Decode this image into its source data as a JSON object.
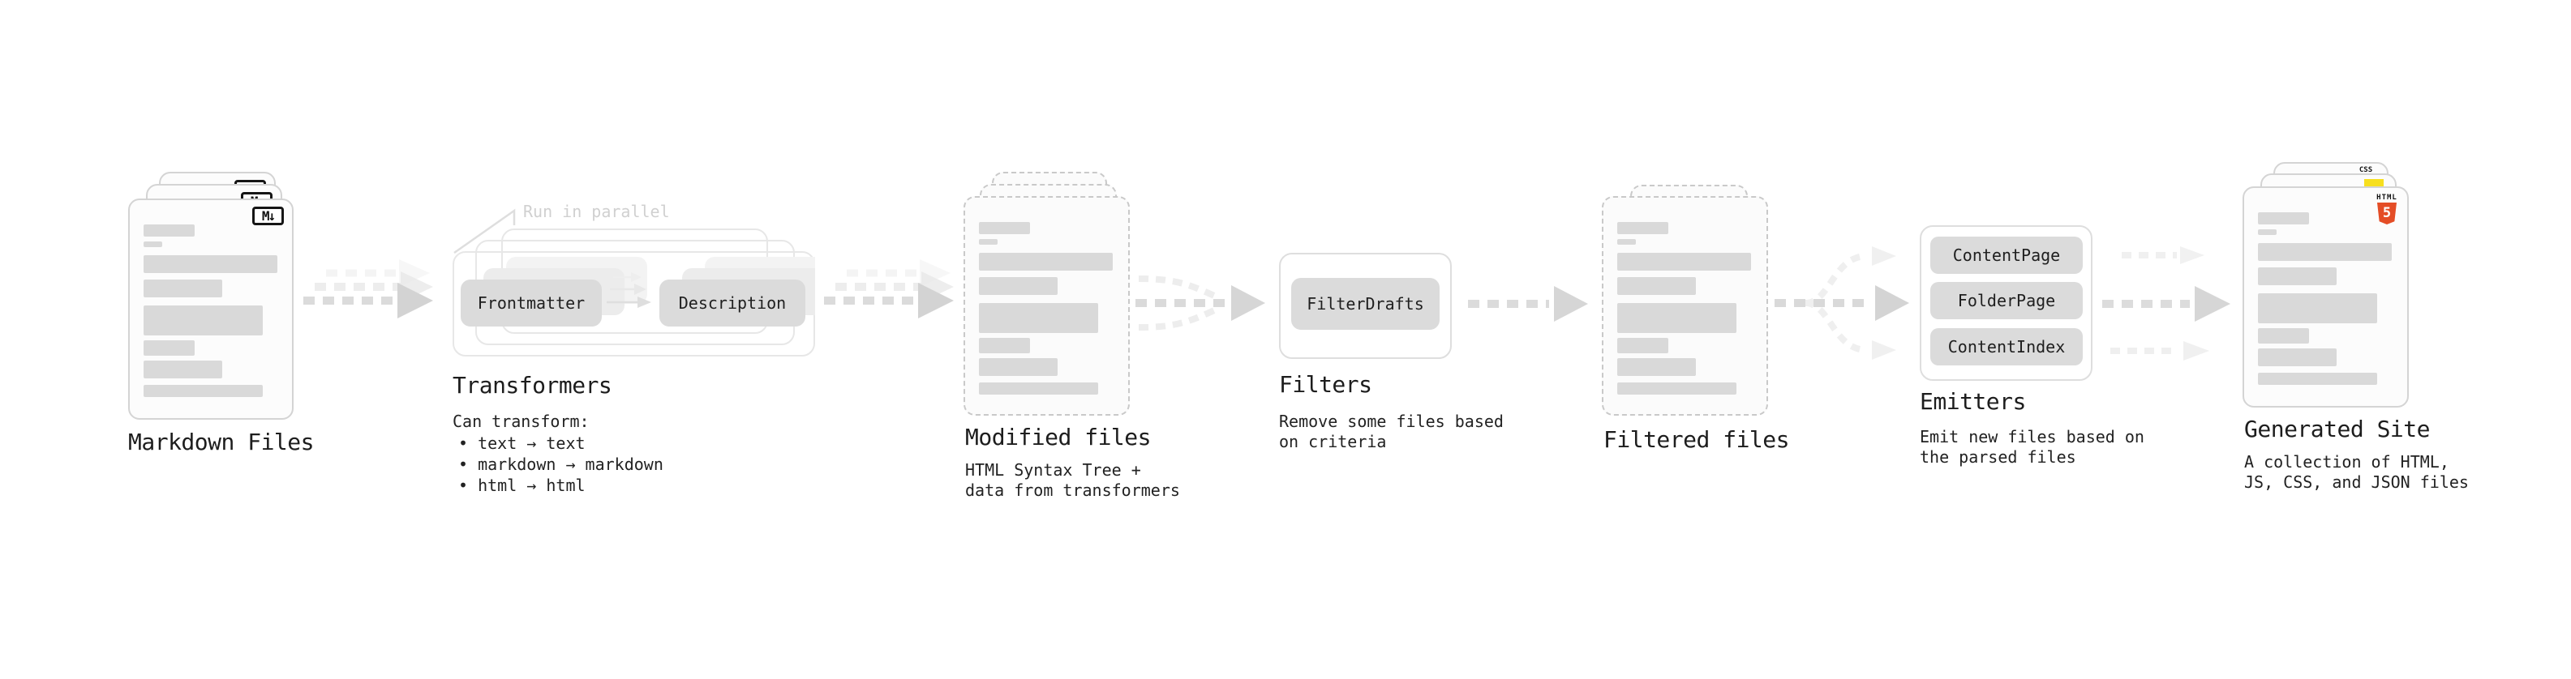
{
  "stages": {
    "markdown": {
      "label": "Markdown Files",
      "file_icon": "M↓"
    },
    "transformers": {
      "label": "Transformers",
      "annotation": "Run in parallel",
      "description_heading": "Can transform:",
      "bullets": [
        "• text → text",
        "• markdown → markdown",
        "• html → html"
      ],
      "nodes": [
        "Frontmatter",
        "Description"
      ]
    },
    "modified": {
      "label": "Modified files",
      "description": "HTML Syntax Tree +\ndata from transformers"
    },
    "filters": {
      "label": "Filters",
      "description": "Remove some files based\non criteria",
      "nodes": [
        "FilterDrafts"
      ]
    },
    "filtered": {
      "label": "Filtered files"
    },
    "emitters": {
      "label": "Emitters",
      "description": "Emit new files based on\nthe parsed files",
      "nodes": [
        "ContentPage",
        "FolderPage",
        "ContentIndex"
      ]
    },
    "generated": {
      "label": "Generated Site",
      "description": "A collection of HTML,\nJS, CSS, and JSON files",
      "badges": {
        "css": "CSS",
        "html5_wordmark": "HTML",
        "html5_numeral": "5"
      }
    }
  },
  "colors": {
    "html5_orange": "#e44d26",
    "js_yellow": "#f7df1e",
    "css_blue": "#2965f1",
    "node_gray": "#dbdbdb",
    "text_dark": "#1d1d1d",
    "muted_annotation": "#d0d0d0"
  }
}
